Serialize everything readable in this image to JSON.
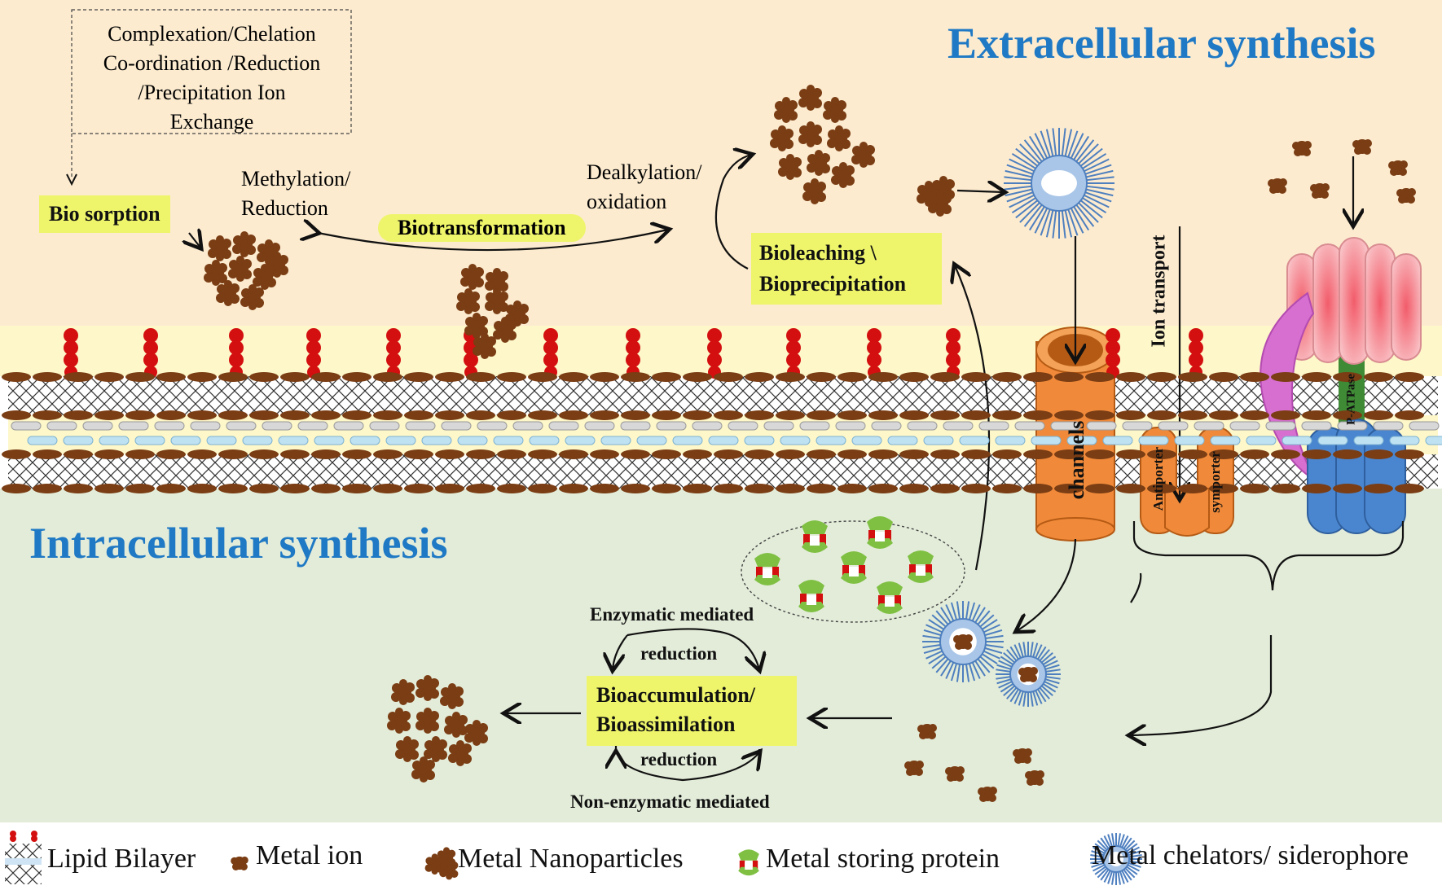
{
  "regions": {
    "extracellular_title": "Extracellular synthesis",
    "intracellular_title": "Intracellular synthesis"
  },
  "mechanisms_box": {
    "lines": [
      "Complexation/Chelation",
      "Co-ordination /Reduction",
      "/Precipitation Ion",
      "Exchange"
    ]
  },
  "processes": {
    "biosorption": "Bio sorption",
    "methylation": [
      "Methylation/",
      "Reduction"
    ],
    "biotransformation": "Biotransformation",
    "dealkylation": [
      "Dealkylation/",
      "oxidation"
    ],
    "bioleaching": [
      "Bioleaching \\",
      "Bioprecipitation"
    ],
    "bioaccumulation": [
      "Bioaccumulation/",
      "Bioassimilation"
    ],
    "enzymatic": "Enzymatic mediated",
    "reduction_top": "reduction",
    "reduction_bottom": "reduction",
    "non_enzymatic": "Non-enzymatic mediated"
  },
  "transport": {
    "channels": "channels",
    "ion_transport": "Ion transport",
    "antiporter": "Antiporter",
    "symporter": "symporter",
    "p_atpase": "P-ATPase"
  },
  "legend": {
    "lipid_bilayer": "Lipid Bilayer",
    "metal_ion": "Metal ion",
    "metal_nanoparticles": "Metal Nanoparticles",
    "metal_storing_protein": "Metal storing protein",
    "metal_chelators": "Metal chelators/ siderophore"
  },
  "colors": {
    "extracellular_bg": "#fcebcf",
    "intracellular_bg": "#e3ecd9",
    "membrane_band": "#fdf7c9",
    "particle": "#7a3d14",
    "label_box": "#eef56a",
    "title_blue": "#1f79c4",
    "channel_orange": "#f08a3a",
    "atpase_pink": "#f7b7bd",
    "atpase_blue": "#4a86cf",
    "atpase_magenta": "#d66fd0",
    "lipid_head_red": "#d40f0f",
    "siderophore_blue": "#5b8ac6"
  }
}
